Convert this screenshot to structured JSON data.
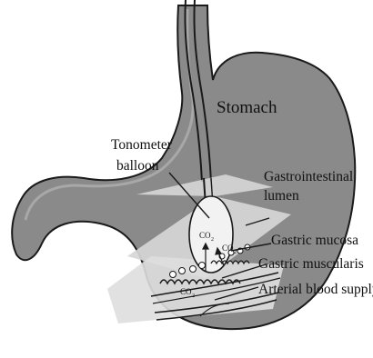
{
  "labels": {
    "stomach": "Stomach",
    "tonometer_line1": "Tonometer",
    "tonometer_line2": "balloon",
    "lumen_line1": "Gastrointestinal",
    "lumen_line2": "lumen",
    "mucosa": "Gastric mucosa",
    "muscularis": "Gastric muscularis",
    "blood": "Arterial blood supply",
    "co2": "CO",
    "co2_sub": "2"
  },
  "colors": {
    "stomach_fill": "#8a8a8a",
    "stomach_edge": "#1a1a1a",
    "section_plane": "#d6d6d6",
    "ink": "#111111"
  }
}
